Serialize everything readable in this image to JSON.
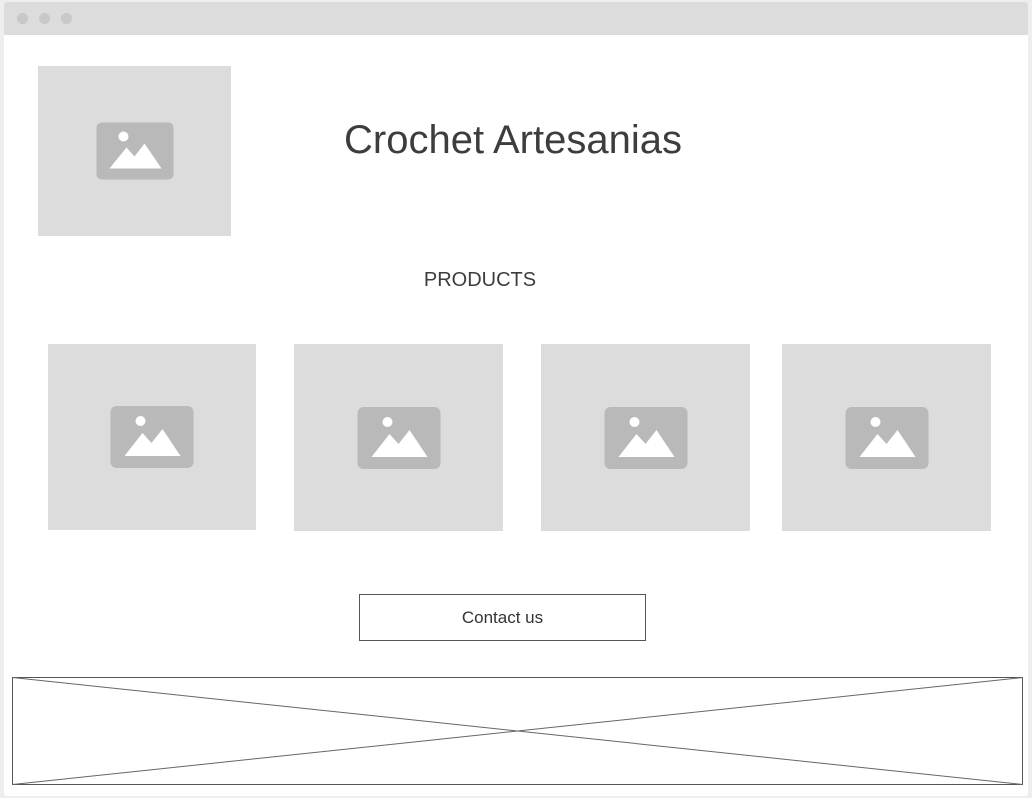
{
  "header": {
    "title": "Crochet Artesanias",
    "logo_icon": "image-placeholder-icon"
  },
  "products": {
    "heading": "PRODUCTS",
    "items": [
      {
        "icon": "image-placeholder-icon"
      },
      {
        "icon": "image-placeholder-icon"
      },
      {
        "icon": "image-placeholder-icon"
      },
      {
        "icon": "image-placeholder-icon"
      }
    ]
  },
  "contact": {
    "button_label": "Contact us"
  },
  "footer": {
    "banner_icon": "crossed-box-placeholder"
  },
  "colors": {
    "placeholder_fill": "#dcdcdc",
    "icon_fill": "#b9b9b9",
    "text": "#3d3d3d",
    "border": "#555555"
  }
}
